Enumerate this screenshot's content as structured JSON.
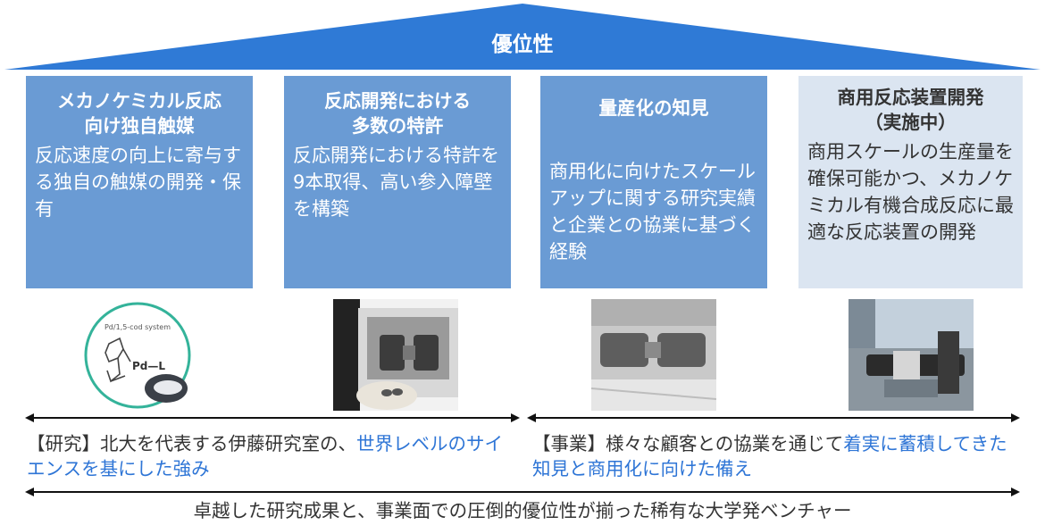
{
  "roof": {
    "title": "優位性",
    "color": "#2f7ad6"
  },
  "cards": [
    {
      "title": "メカノケミカル反応\n向け独自触媒",
      "body": "反応速度の向上に寄与する独自の触媒の開発・保有"
    },
    {
      "title": "反応開発における\n多数の特許",
      "body": "反応開発における特許を9本取得、高い参入障壁を構築"
    },
    {
      "title": "量産化の知見",
      "body": "商用化に向けたスケールアップに関する研究実績と企業との協業に基づく経験"
    },
    {
      "title": "商用反応装置開発\n（実施中）",
      "body": "商用スケールの生産量を確保可能かつ、メカノケミカル有機合成反応に最適な反応装置の開発"
    }
  ],
  "photos": {
    "p1_label_top": "Pd/1,5-cod system",
    "p1_label_pd": "Pd—L"
  },
  "statements": {
    "left_prefix": "【研究】北大を代表する伊藤研究室の、",
    "left_highlight": "世界レベルのサイエンスを基にした強み",
    "right_prefix": "【事業】様々な顧客との協業を通じて",
    "right_highlight": "着実に蓄積してきた知見と商用化に向けた備え"
  },
  "conclusion": "卓越した研究成果と、事業面での圧倒的優位性が揃った稀有な大学発ベンチャー",
  "colors": {
    "card_blue": "#6a9bd4",
    "card_light": "#dbe5f1",
    "highlight": "#2e75d6"
  }
}
